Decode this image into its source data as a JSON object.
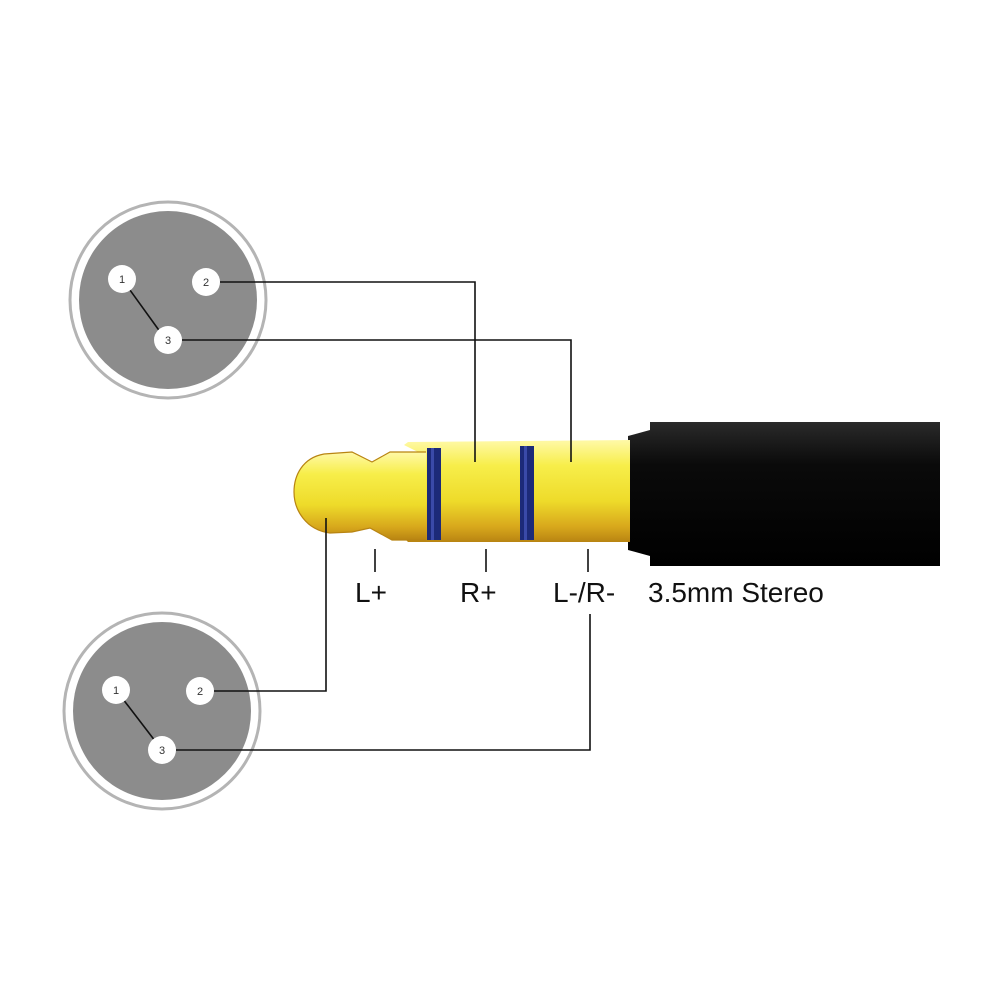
{
  "labels": {
    "l_plus": "L+",
    "r_plus": "R+",
    "l_minus_r_minus": "L-/R-",
    "connector": "3.5mm Stereo"
  },
  "xlr_top": {
    "pin1": "1",
    "pin2": "2",
    "pin3": "3"
  },
  "xlr_bottom": {
    "pin1": "1",
    "pin2": "2",
    "pin3": "3"
  },
  "colors": {
    "xlr_face": "#8c8c8c",
    "xlr_ring": "#b4b4b4",
    "plug_gold": "#f2e84a",
    "plug_gold_dark": "#c49a1a",
    "insulator_ring": "#1c2a78",
    "plug_body": "#0c0c0c",
    "wire": "#111111"
  }
}
